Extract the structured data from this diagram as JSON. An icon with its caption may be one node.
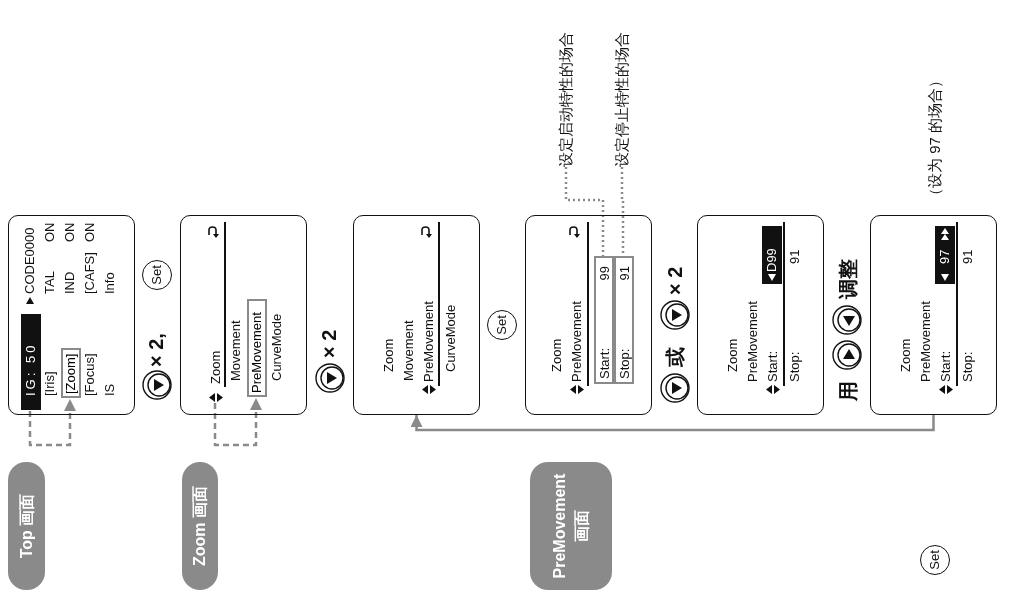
{
  "diagram": {
    "nodes": [
      {
        "text": [
          "CODE0000",
          "[Iris]",
          "TAL",
          "ON",
          "IND",
          "ON",
          "[Focus]",
          "[CAFS]",
          "ON",
          "IS",
          "Info"
        ]
      },
      {
        "text": [
          "IG: 50"
        ],
        "in": 0
      },
      {
        "text": [
          "[Zoom]"
        ],
        "in": 0
      },
      {
        "text": [
          "Zoom",
          "Movement",
          "CurveMode"
        ]
      },
      {
        "text": [],
        "shape": "triangle",
        "in": 3
      },
      {
        "text": [
          "PreMovement"
        ],
        "in": 3
      },
      {
        "text": [
          "Zoom",
          "Movement",
          "PreMovement",
          "CurveMode"
        ]
      },
      {
        "text": [
          "Zoom",
          "PreMovement"
        ]
      },
      {
        "text": [
          "Start:",
          "99"
        ],
        "in": 7
      },
      {
        "text": [
          "Stop:",
          "91"
        ],
        "in": 7
      },
      {
        "text": [
          "Zoom",
          "PreMovement",
          "Start:",
          "D99",
          "Stop:",
          "91"
        ]
      },
      {
        "text": [
          "Zoom",
          "PreMovement",
          "Start:",
          "97",
          "Stop:",
          "91"
        ]
      },
      {
        "text": [
          "Top 画面"
        ]
      },
      {
        "text": [
          "Zoom 画面"
        ]
      },
      {
        "text": [
          "PreMovement 画面"
        ]
      },
      {
        "text": [
          "设定启动特性的场合"
        ]
      },
      {
        "text": [
          "设定停止特性的场合"
        ]
      }
    ],
    "edges": [
      {
        "from": 1,
        "to": 2,
        "arrow": "to",
        "style": "dashed"
      },
      {
        "from": 4,
        "to": 5,
        "arrow": "to",
        "style": "dashed"
      },
      {
        "from": 15,
        "to": 8,
        "arrow": "none",
        "style": "dashed"
      },
      {
        "from": 16,
        "to": 9,
        "arrow": "none",
        "style": "dashed"
      },
      {
        "from": 11,
        "to": 6,
        "arrow": "to"
      }
    ],
    "labels": [
      "× 2,",
      "Set",
      "× 2",
      "Set",
      "或",
      "× 2",
      "用",
      "调整",
      "（设为 97 的场合）",
      "Set"
    ]
  }
}
